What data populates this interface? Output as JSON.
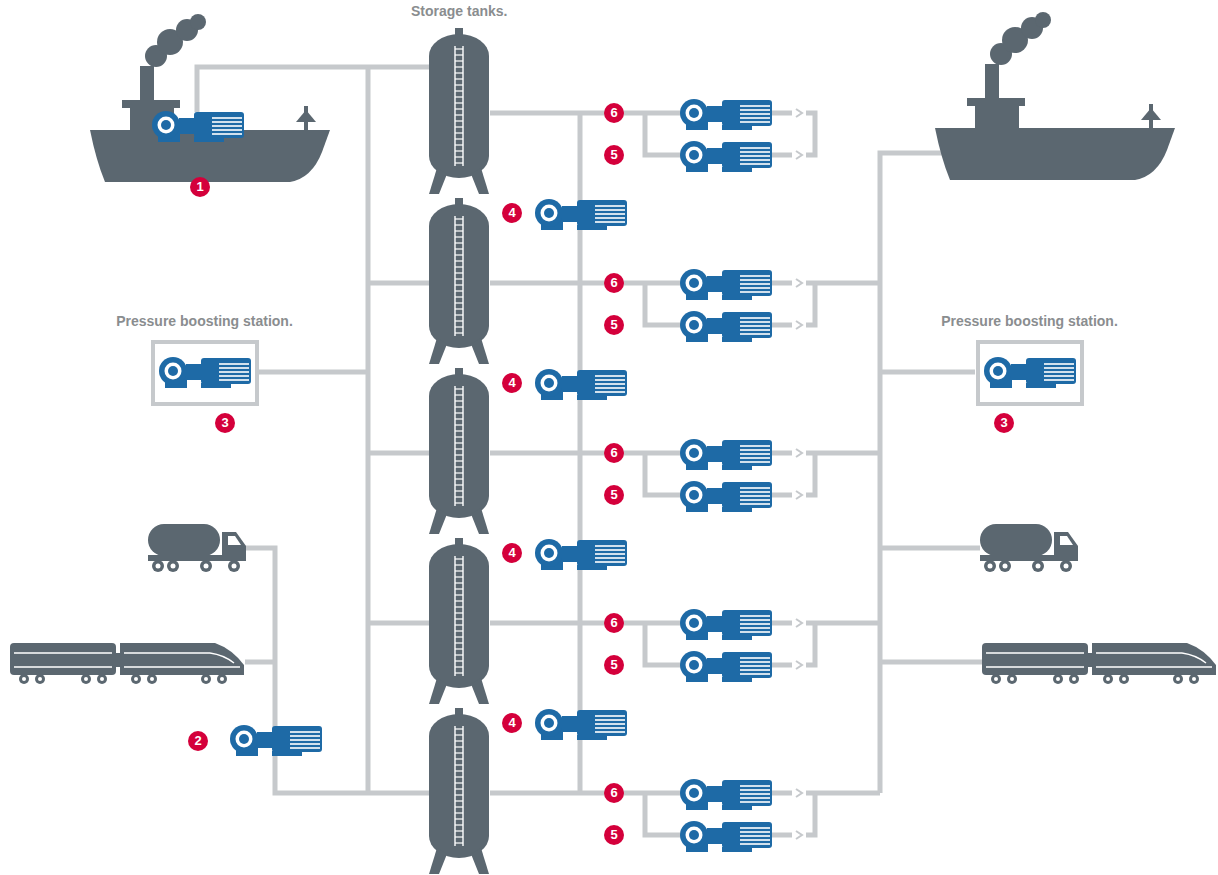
{
  "diagram": {
    "nodes": [
      {
        "text": [
          "Pressure boosting station."
        ]
      },
      {
        "text": [
          "Pressure boosting station."
        ]
      }
    ],
    "labels": [
      "Storage tanks.",
      "1",
      "6",
      "5",
      "4",
      "6",
      "5",
      "4",
      "6",
      "5",
      "4",
      "6",
      "5",
      "4",
      "6",
      "5",
      "3",
      "3",
      "2"
    ]
  }
}
